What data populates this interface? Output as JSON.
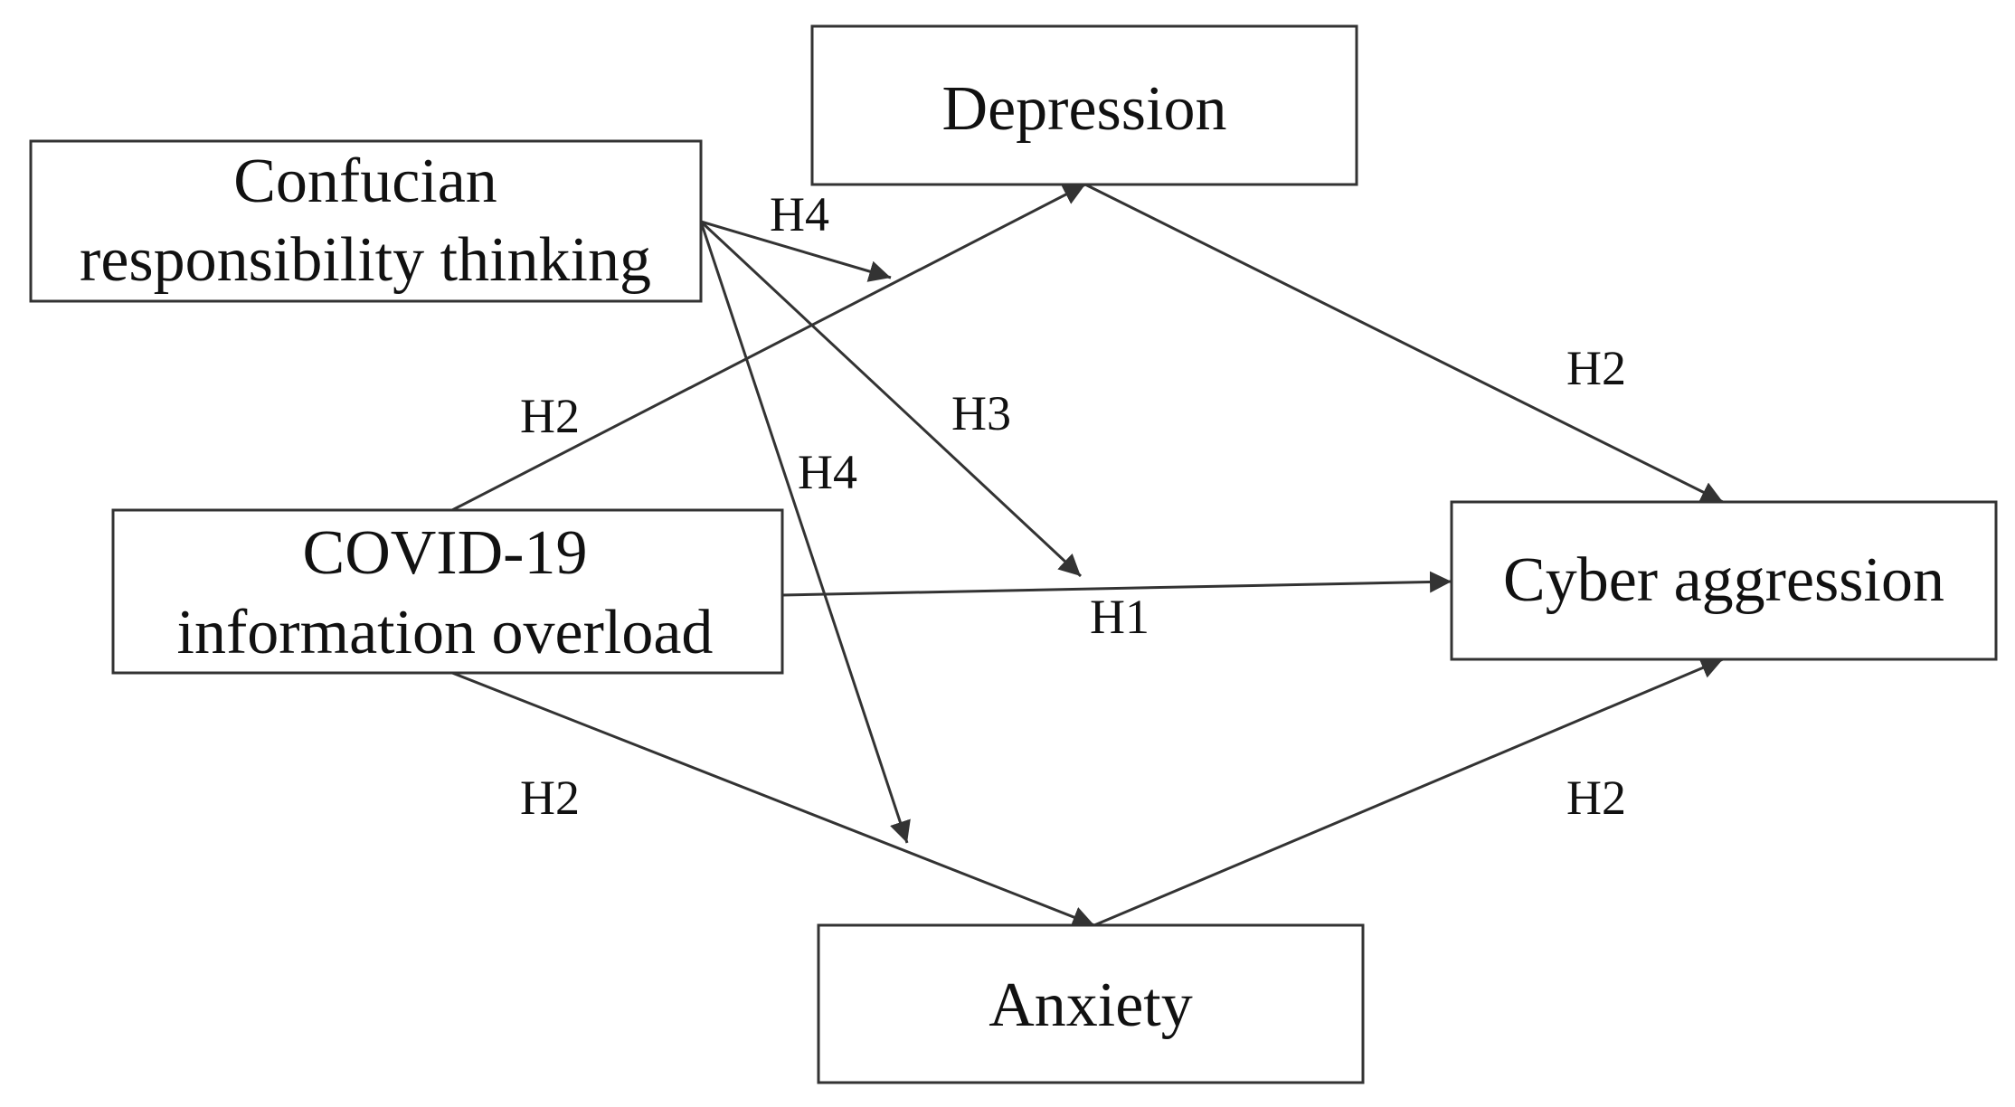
{
  "nodes": {
    "depression": {
      "label": "Depression"
    },
    "confucian": {
      "line1": "Confucian",
      "line2": "responsibility thinking"
    },
    "covid": {
      "line1": "COVID-19",
      "line2": "information overload"
    },
    "cyber": {
      "label": "Cyber aggression"
    },
    "anxiety": {
      "label": "Anxiety"
    }
  },
  "edges": {
    "covid_to_cyber": {
      "label": "H1"
    },
    "covid_to_depression": {
      "label": "H2"
    },
    "depression_to_cyber": {
      "label": "H2"
    },
    "covid_to_anxiety": {
      "label": "H2"
    },
    "anxiety_to_cyber": {
      "label": "H2"
    },
    "confucian_moderates_h1": {
      "label": "H3"
    },
    "confucian_moderates_depression": {
      "label": "H4"
    },
    "confucian_moderates_anxiety": {
      "label": "H4"
    }
  },
  "colors": {
    "stroke": "#333333",
    "text": "#111111",
    "background": "#ffffff"
  }
}
